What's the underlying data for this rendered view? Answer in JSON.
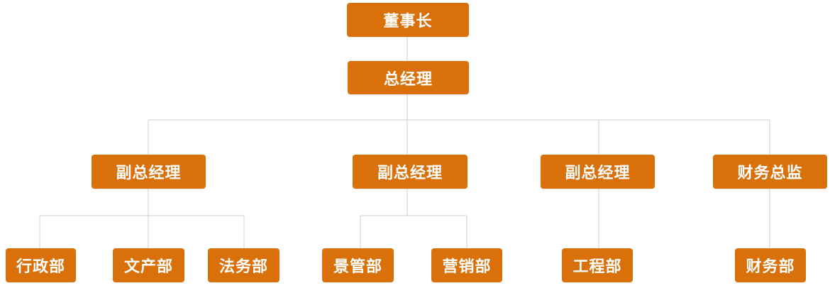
{
  "org_chart": {
    "chairman": "董事长",
    "general_manager": "总经理",
    "deputy_gm_1": "副总经理",
    "deputy_gm_2": "副总经理",
    "deputy_gm_3": "副总经理",
    "finance_director": "财务总监",
    "departments": {
      "admin": "行政部",
      "culture": "文产部",
      "legal": "法务部",
      "scenic": "景管部",
      "marketing": "营销部",
      "engineering": "工程部",
      "finance": "财务部"
    }
  },
  "colors": {
    "node_fill": "#d9700a",
    "node_text": "#ffffff",
    "connector": "#cfcfcf"
  }
}
